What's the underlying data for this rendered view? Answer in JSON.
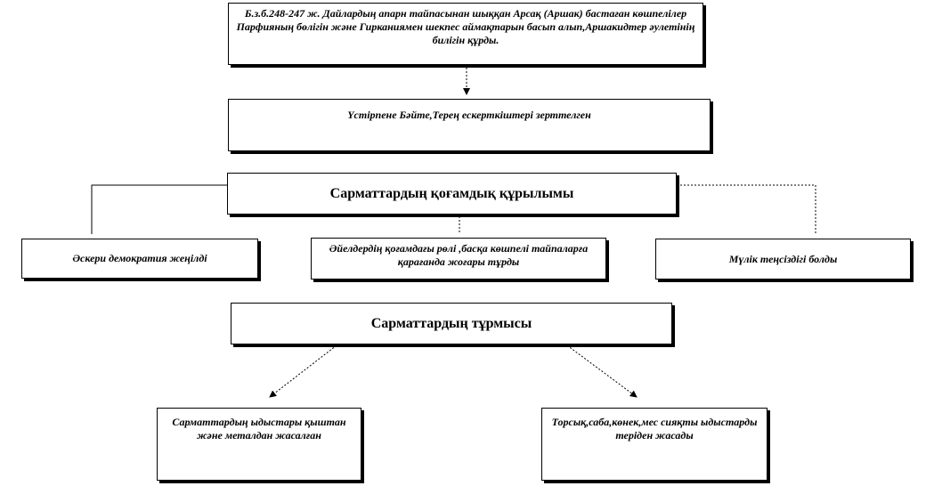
{
  "diagram": {
    "nodes": {
      "origin": "Б.з.б.248-247 ж. Дайлардың апарн тайпасынан шыққан Арсақ (Аршак) бастаған көшпелілер Парфияның бөлігін және Гирканиямен шекпес аймақтарын басып алып,Аршакидтер әулетінің билігін құрды.",
      "cavalry": "Үстірпене Бәйте,Терең ескерткіштері зерттелген",
      "social_title": "Сарматтардың қоғамдық құрылымы",
      "military_democracy": "Әскери демократия жеңілді",
      "women_role": "Әйелдердің қоғамдағы рөлі ,басқа көшпелі тайпаларға қарағанда жоғары тұрды",
      "property": "Мүлік теңсіздігі болды",
      "life_title": "Сарматтардың тұрмысы",
      "dishes": "Сарматтардың ыдыстары қыштан және металдан жасалған",
      "leather": "Торсық,саба,көнек,мес сияқты ыдыстарды теріден жасады"
    }
  }
}
